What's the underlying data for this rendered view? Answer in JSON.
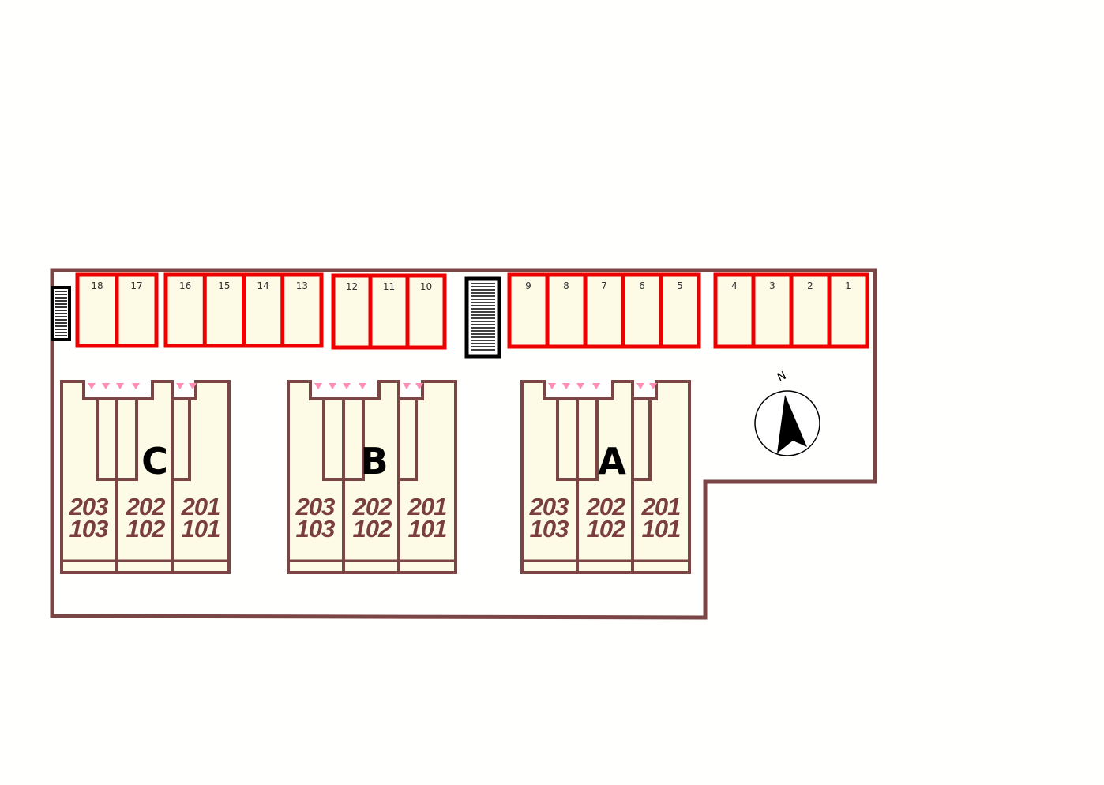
{
  "parking": {
    "stalls": [
      "18",
      "17",
      "16",
      "15",
      "14",
      "13",
      "12",
      "11",
      "10",
      "9",
      "8",
      "7",
      "6",
      "5",
      "4",
      "3",
      "2",
      "1"
    ]
  },
  "buildings": [
    {
      "letter": "C",
      "units": [
        [
          "203",
          "103"
        ],
        [
          "202",
          "102"
        ],
        [
          "201",
          "101"
        ]
      ]
    },
    {
      "letter": "B",
      "units": [
        [
          "203",
          "103"
        ],
        [
          "202",
          "102"
        ],
        [
          "201",
          "101"
        ]
      ]
    },
    {
      "letter": "A",
      "units": [
        [
          "203",
          "103"
        ],
        [
          "202",
          "102"
        ],
        [
          "201",
          "101"
        ]
      ]
    }
  ],
  "compass": {
    "label": "N"
  },
  "colors": {
    "boundary": "#7a4545",
    "parking_outline": "#ee0000",
    "fill": "#fdfbe6",
    "background": "#fffffd",
    "entrance_marker": "#ff8fb4"
  }
}
